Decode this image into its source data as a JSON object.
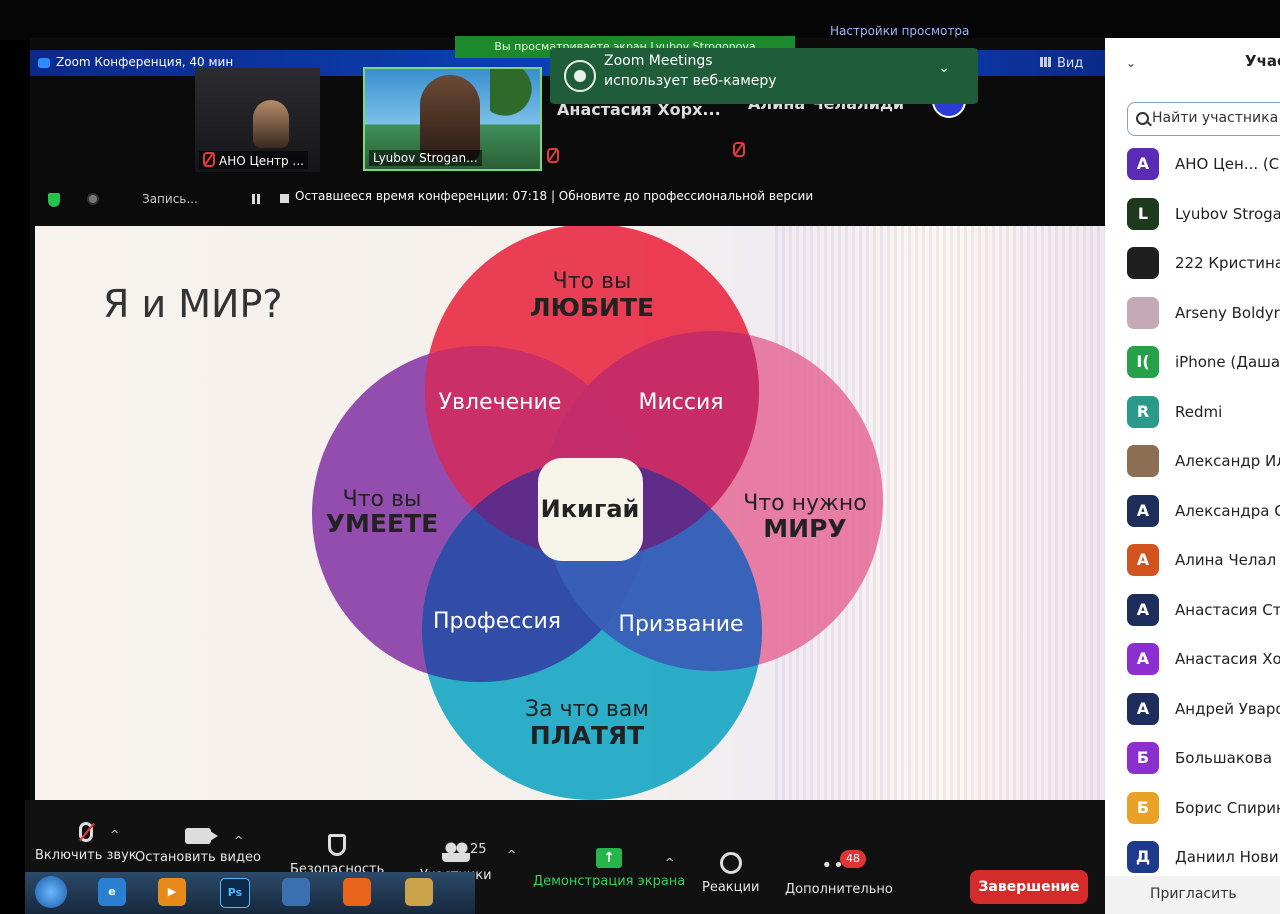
{
  "window": {
    "title": "Zoom Конференция, 40 мин"
  },
  "top_bar": {
    "view_banner": "Вы просматриваете экран Lyubov Strogonova",
    "view_options": "Настройки просмотра",
    "view_button": "Вид"
  },
  "notification": {
    "title": "Zoom Meetings",
    "message": "использует веб-камеру"
  },
  "video_tiles": [
    {
      "name": "АНО Центр ..."
    },
    {
      "name": "Lyubov Strogan..."
    },
    {
      "name": "Анастасия  Хорх..."
    },
    {
      "name": "Алина Челалиди"
    }
  ],
  "status_bar": {
    "recording_label": "Запись...",
    "remaining": "Оставшееся время конференции: 07:18 | Обновите до профессиональной версии"
  },
  "slide": {
    "title": "Я и МИР?",
    "venn": {
      "love": {
        "line1": "Что вы",
        "line2": "ЛЮБИТЕ"
      },
      "good": {
        "line1": "Что вы",
        "line2": "УМЕЕТЕ"
      },
      "need": {
        "line1": "Что нужно",
        "line2": "МИРУ"
      },
      "paid": {
        "line1": "За что вам",
        "line2": "ПЛАТЯТ"
      },
      "passion": "Увлечение",
      "mission": "Миссия",
      "profession": "Профессия",
      "vocation": "Призвание",
      "center": "Икигай",
      "colors": {
        "love": "#e8243f",
        "good": "#8a3fa8",
        "need": "#e56a97",
        "paid": "#1aa7c4",
        "center_bg": "#f6f3e8"
      }
    }
  },
  "toolbar": {
    "audio": "Включить звук",
    "video": "Остановить видео",
    "security": "Безопасность",
    "participants": "Участники",
    "participants_count": "25",
    "share": "Демонстрация экрана",
    "reactions": "Реакции",
    "more": "Дополнительно",
    "more_badge": "48",
    "end": "Завершение"
  },
  "taskbar": {
    "ps_label": "Ps"
  },
  "panel": {
    "title": "Участ",
    "search_placeholder": "Найти участника",
    "invite": "Пригласить",
    "participants": [
      {
        "initial": "A",
        "name": "АНО Цен... (С",
        "color": "#5b2bb5"
      },
      {
        "initial": "L",
        "name": "Lyubov Stroga",
        "color": "#1d3a1d"
      },
      {
        "initial": "",
        "name": "222 Кристина",
        "color": "#1f1f1f"
      },
      {
        "initial": "",
        "name": "Arseny Boldyr",
        "color": "#c6a9b6"
      },
      {
        "initial": "I(",
        "name": "iPhone (Даша",
        "color": "#27a04a"
      },
      {
        "initial": "R",
        "name": "Redmi",
        "color": "#2b9a8a"
      },
      {
        "initial": "",
        "name": "Александр Ил",
        "color": "#8c6e55"
      },
      {
        "initial": "A",
        "name": "Александра С",
        "color": "#1d2e5c"
      },
      {
        "initial": "A",
        "name": "Алина Челал",
        "color": "#d3531f"
      },
      {
        "initial": "A",
        "name": "Анастасия Сте",
        "color": "#1d2e5c"
      },
      {
        "initial": "A",
        "name": "Анастасия Хо",
        "color": "#8b2fd1"
      },
      {
        "initial": "A",
        "name": "Андрей Уваро",
        "color": "#1d2e5c"
      },
      {
        "initial": "Б",
        "name": "Большакова",
        "color": "#8b2fd1"
      },
      {
        "initial": "Б",
        "name": "Борис Спирин",
        "color": "#e9a126"
      },
      {
        "initial": "Д",
        "name": "Даниил Новик",
        "color": "#1d3a8c"
      }
    ]
  }
}
